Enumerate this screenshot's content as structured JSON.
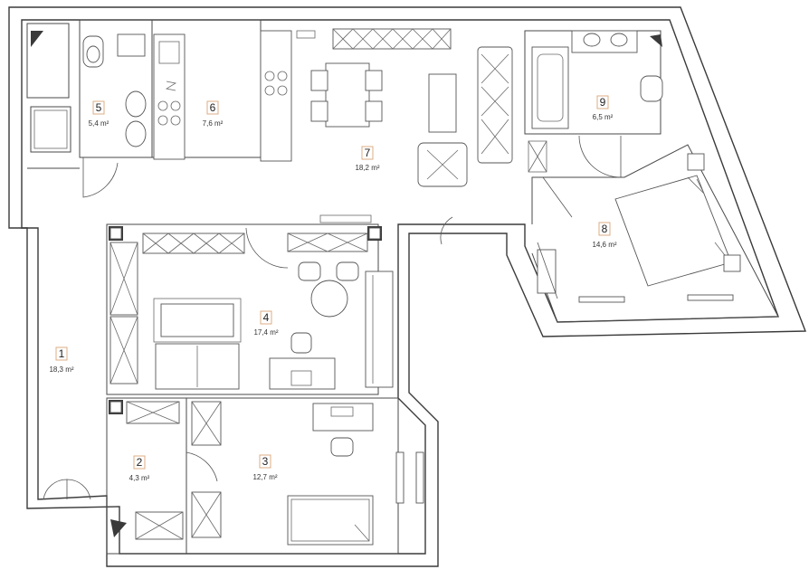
{
  "rooms": [
    {
      "number": "1",
      "area": "18,3 m²"
    },
    {
      "number": "2",
      "area": "4,3 m²"
    },
    {
      "number": "3",
      "area": "12,7 m²"
    },
    {
      "number": "4",
      "area": "17,4 m²"
    },
    {
      "number": "5",
      "area": "5,4 m²"
    },
    {
      "number": "6",
      "area": "7,6 m²"
    },
    {
      "number": "7",
      "area": "18,2 m²"
    },
    {
      "number": "8",
      "area": "14,6 m²"
    },
    {
      "number": "9",
      "area": "6,5 m²"
    }
  ],
  "colors": {
    "wall": "#3a3a3a",
    "label_border": "#d9a679",
    "background": "#ffffff"
  }
}
